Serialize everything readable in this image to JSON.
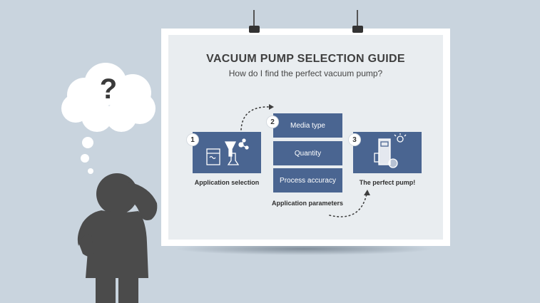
{
  "guide": {
    "title": "VACUUM PUMP SELECTION GUIDE",
    "subtitle": "How do I find the perfect vacuum pump?"
  },
  "steps": [
    {
      "number": "1",
      "label": "Application selection",
      "icon": "lab-equipment-icon"
    },
    {
      "number": "2",
      "label": "Application parameters",
      "params": [
        "Media type",
        "Quantity",
        "Process accuracy"
      ]
    },
    {
      "number": "3",
      "label": "The perfect pump!",
      "icon": "vacuum-pump-icon"
    }
  ],
  "thought_bubble": {
    "symbol": "?"
  },
  "colors": {
    "background": "#c9d4de",
    "panel": "#4a6591",
    "figure": "#4b4b4b",
    "text": "#3f3f3f"
  }
}
